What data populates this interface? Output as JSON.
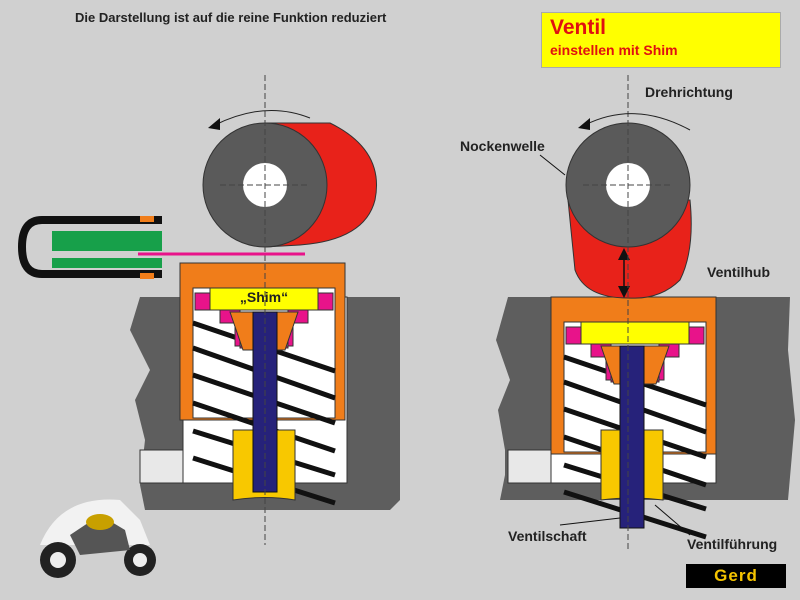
{
  "header": {
    "caption": "Die Darstellung ist auf die reine Funktion reduziert"
  },
  "title": {
    "main": "Ventil",
    "sub": "einstellen mit Shim"
  },
  "labels": {
    "rotation": "Drehrichtung",
    "camshaft": "Nockenwelle",
    "lift": "Ventilhub",
    "stem": "Ventilschaft",
    "guide": "Ventilführung",
    "shim": "„Shim“"
  },
  "logo": "Gerd",
  "colors": {
    "bucket": "#f07d1a",
    "shim": "#ffff00",
    "retainer": "#e8138a",
    "stem": "#26227a",
    "guide": "#f8c800",
    "cam": "#e8221a",
    "base": "#5a5a5a",
    "head": "#5e5e5e",
    "gauge": "#17a04a"
  }
}
